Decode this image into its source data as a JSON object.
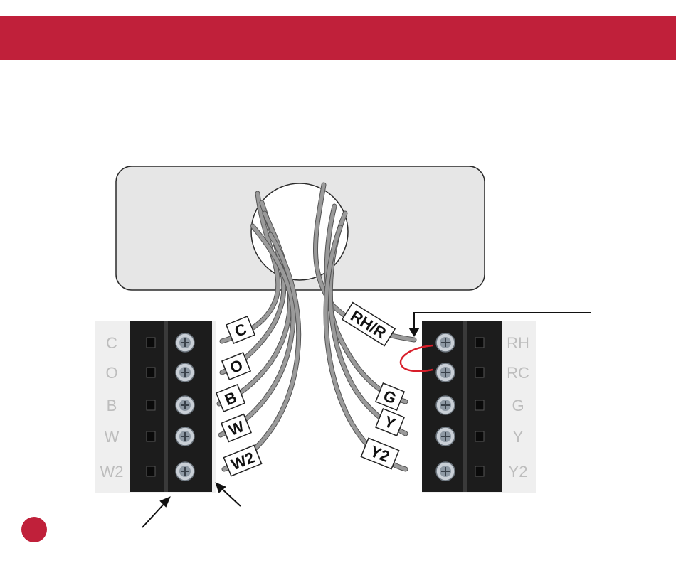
{
  "colors": {
    "banner": "#c0203a",
    "badge": "#c0203a",
    "wall_plate": "#e6e6e6",
    "terminal_block": "#1c1c1c",
    "wire": "#9a9a9a",
    "jumper": "#d81e2a",
    "arrow": "#111111",
    "terminal_label": "#bdbdbd"
  },
  "left_terminals": [
    "C",
    "O",
    "B",
    "W",
    "W2"
  ],
  "right_terminals": [
    "RH",
    "RC",
    "G",
    "Y",
    "Y2"
  ],
  "left_wire_tags": [
    "C",
    "O",
    "B",
    "W",
    "W2"
  ],
  "right_wire_tags": [
    "RH/R",
    "G",
    "Y",
    "Y2"
  ],
  "icons": {
    "screw": "screw-icon",
    "arrow": "arrow-icon",
    "badge": "step-badge"
  }
}
